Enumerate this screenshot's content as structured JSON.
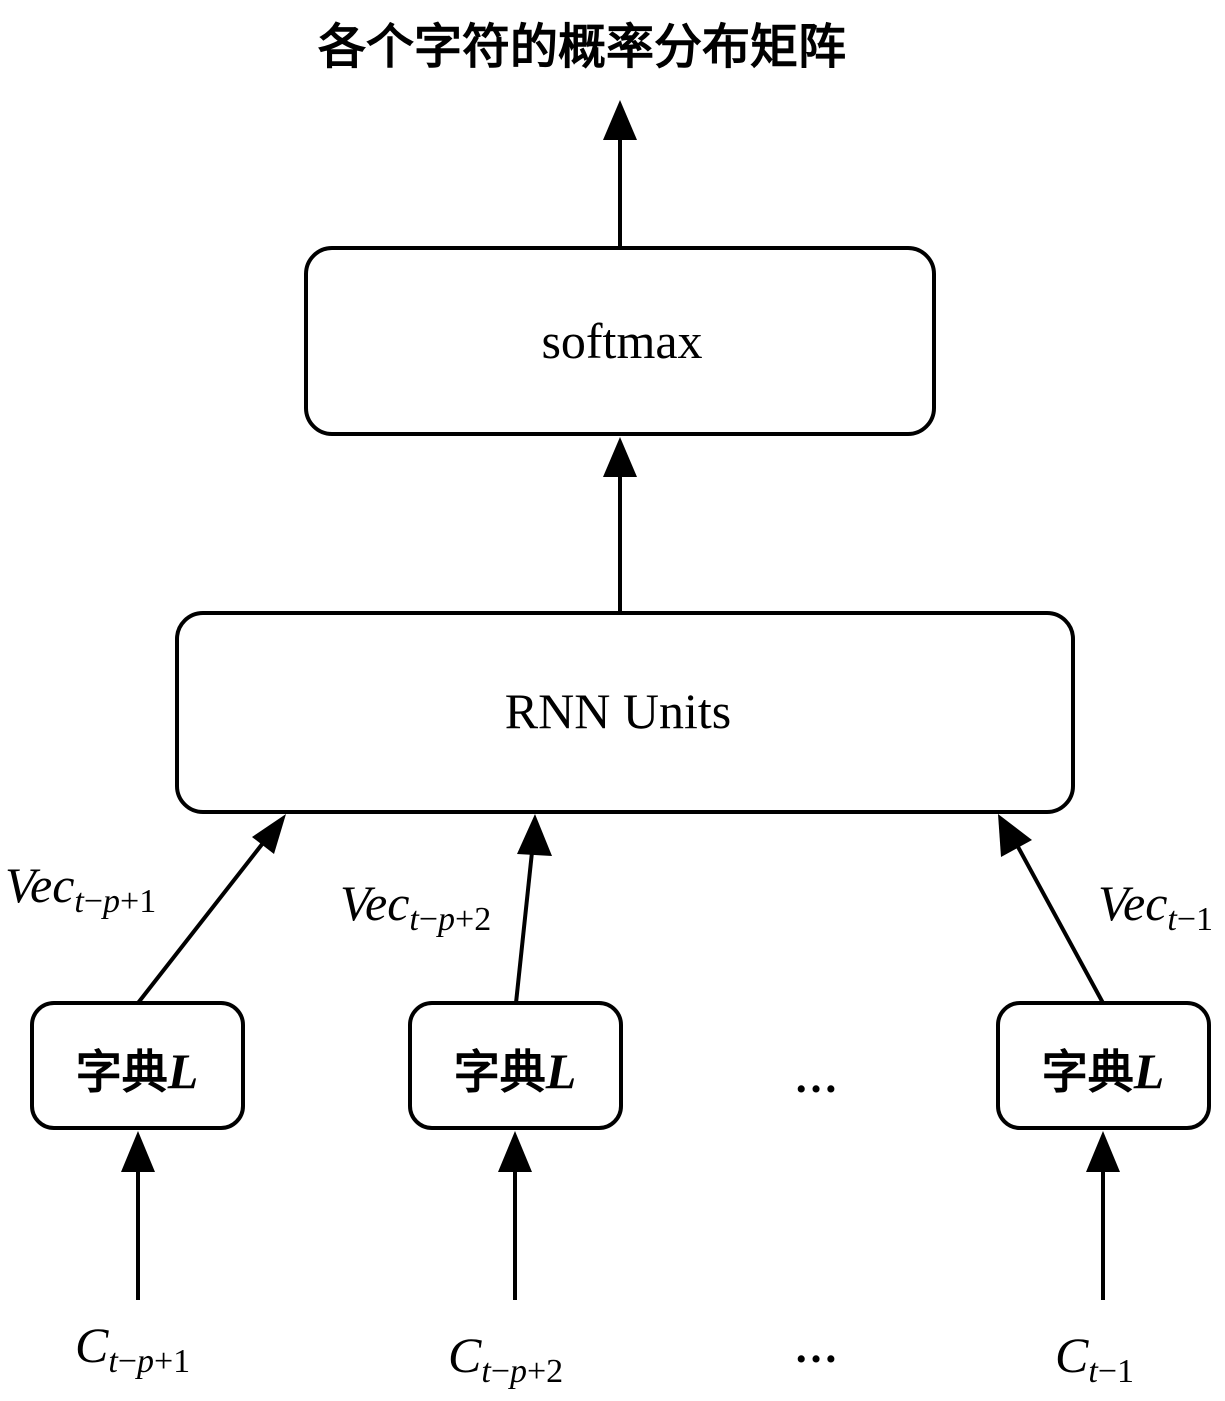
{
  "title": "各个字符的概率分布矩阵",
  "softmax_label": "softmax",
  "rnn_label": "RNN Units",
  "dictionary": {
    "char": "字典",
    "symbol": "L"
  },
  "ellipsis": "…",
  "vectors": [
    {
      "base": "Vec",
      "sub_t": "t",
      "sub_minus": "−",
      "sub_p": "p",
      "sub_rest": "+1"
    },
    {
      "base": "Vec",
      "sub_t": "t",
      "sub_minus": "−",
      "sub_p": "p",
      "sub_rest": "+2"
    },
    {
      "base": "Vec",
      "sub_t": "t",
      "sub_minus": "−",
      "sub_p": "",
      "sub_rest": "1"
    }
  ],
  "inputs": [
    {
      "base": "C",
      "sub_t": "t",
      "sub_minus": "−",
      "sub_p": "p",
      "sub_rest": "+1"
    },
    {
      "base": "C",
      "sub_t": "t",
      "sub_minus": "−",
      "sub_p": "p",
      "sub_rest": "+2"
    },
    {
      "base": "C",
      "sub_t": "t",
      "sub_minus": "−",
      "sub_p": "",
      "sub_rest": "1"
    }
  ]
}
